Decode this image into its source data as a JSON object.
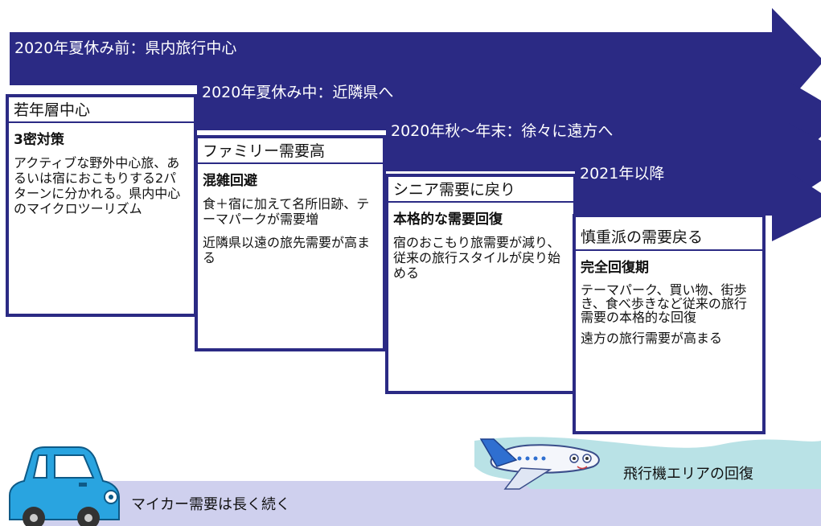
{
  "colors": {
    "navy": "#2b2a84",
    "lavender": "#cfd0ee",
    "teal": "#b9e2e6",
    "car_blue": "#29a4e0"
  },
  "stages": [
    {
      "banner": "2020年夏休み前：県内旅行中心",
      "heading": "若年層中心",
      "subheading": "3密対策",
      "paragraphs": [
        "アクティブな野外中心旅、あるいは宿におこもりする2パターンに分かれる。県内中心のマイクロツーリズム"
      ]
    },
    {
      "banner": "2020年夏休み中：近隣県へ",
      "heading": "ファミリー需要高",
      "subheading": "混雑回避",
      "paragraphs": [
        "食＋宿に加えて名所旧跡、テーマパークが需要増",
        "近隣県以遠の旅先需要が高まる"
      ]
    },
    {
      "banner": "2020年秋～年末：徐々に遠方へ",
      "heading": "シニア需要に戻り",
      "subheading": "本格的な需要回復",
      "paragraphs": [
        "宿のおこもり旅需要が減り、従来の旅行スタイルが戻り始める"
      ]
    },
    {
      "banner": "2021年以降",
      "heading": "慎重派の需要戻る",
      "subheading": "完全回復期",
      "paragraphs": [
        "テーマパーク、買い物、街歩き、食べ歩きなど従来の旅行需要の本格的な回復",
        "遠方の旅行需要が高まる"
      ]
    }
  ],
  "car_label": "マイカー需要は長く続く",
  "plane_label": "飛行機エリアの回復"
}
